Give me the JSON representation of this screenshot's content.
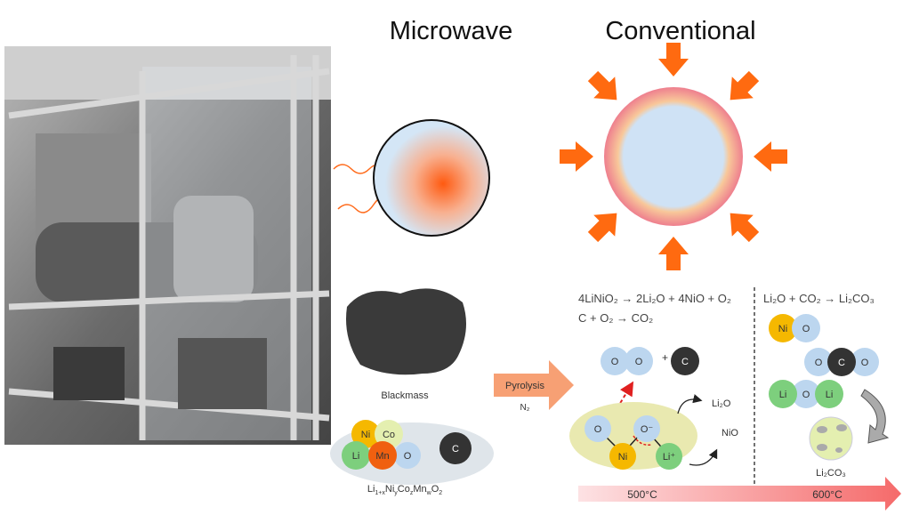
{
  "titles": {
    "microwave": "Microwave",
    "conventional": "Conventional"
  },
  "blackmass_label": "Blackmass",
  "formula": {
    "li": "Li",
    "li_sub": "1+x",
    "ni": "Ni",
    "ni_sub": "y",
    "co": "Co",
    "co_sub": "z",
    "mn": "Mn",
    "mn_sub": "w",
    "o": "O",
    "o_sub": "2"
  },
  "pyrolysis": {
    "label": "Pyrolysis",
    "gas": "N₂"
  },
  "equations": {
    "eq1": "4LiNiO₂ → 2Li₂O + 4NiO + O₂",
    "eq2": "C + O₂ → CO₂",
    "eq3": "Li₂O + CO₂ → Li₂CO₃"
  },
  "atoms": {
    "ni": "Ni",
    "co": "Co",
    "li": "Li",
    "mn": "Mn",
    "o": "O",
    "c": "C",
    "o_minus": "O⁻",
    "li_plus": "Li⁺"
  },
  "products": {
    "li2o": "Li₂O",
    "nio": "NiO",
    "li2co3": "Li₂CO₃"
  },
  "temperatures": {
    "t1": "500°C",
    "t2": "600°C"
  },
  "colors": {
    "ni": "#f5b800",
    "co": "#e4efb0",
    "li": "#7dcf7d",
    "mn": "#f06010",
    "o": "#bcd6ef",
    "c": "#333333",
    "arrow": "#ff7a1a"
  }
}
